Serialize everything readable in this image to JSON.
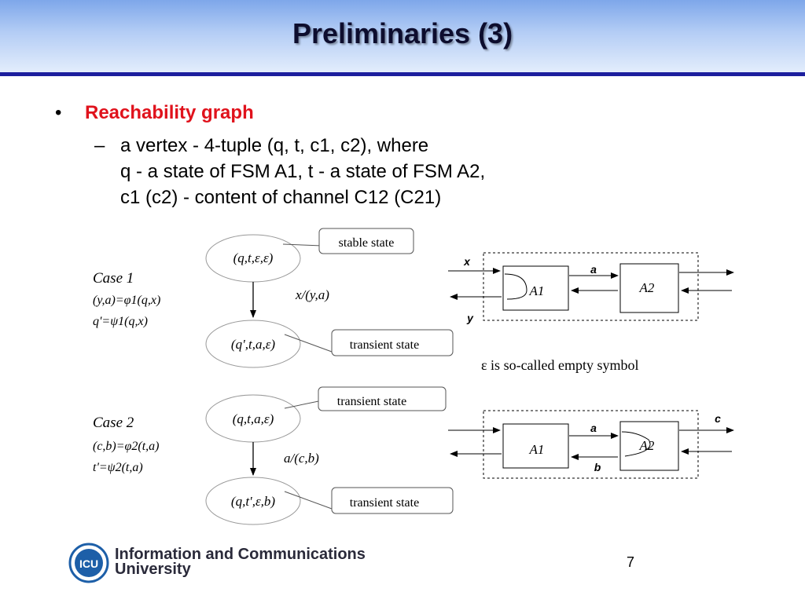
{
  "slide": {
    "title": "Preliminaries (3)",
    "bullet": "Reachability graph",
    "dash": "–",
    "sub_line1": "a vertex - 4-tuple (q, t, c1, c2), where",
    "sub_line2": "q - a state of FSM A1, t - a state of FSM A2,",
    "sub_line3": "c1 (c2) - content of channel C12 (C21)"
  },
  "case1": {
    "heading": "Case 1",
    "eq1": "(y,a)=φ1(q,x)",
    "eq2": "q'=ψ1(q,x)",
    "node_top": "(q,t,ε,ε)",
    "node_bottom": "(q',t,a,ε)",
    "edge_label": "x/(y,a)",
    "callout_top": "stable state",
    "callout_bottom": "transient state"
  },
  "case2": {
    "heading": "Case 2",
    "eq1": "(c,b)=φ2(t,a)",
    "eq2": "t'=ψ2(t,a)",
    "node_top": "(q,t,a,ε)",
    "node_bottom": "(q,t',ε,b)",
    "edge_label": "a/(c,b)",
    "callout_top": "transient state",
    "callout_bottom": "transient state"
  },
  "diagram1": {
    "a1": "A1",
    "a2": "A2",
    "x": "x",
    "y": "y",
    "a": "a"
  },
  "diagram2": {
    "a1": "A1",
    "a2": "A2",
    "a": "a",
    "b": "b",
    "c": "c"
  },
  "note": "ε is so-called empty symbol",
  "footer": {
    "logo_text": "ICU",
    "university_line1": "Information and Communications",
    "university_line2": "University",
    "page_number": "7"
  },
  "colors": {
    "title_bar_line": "#1c1f9e",
    "bullet_heading": "#e0121c"
  }
}
